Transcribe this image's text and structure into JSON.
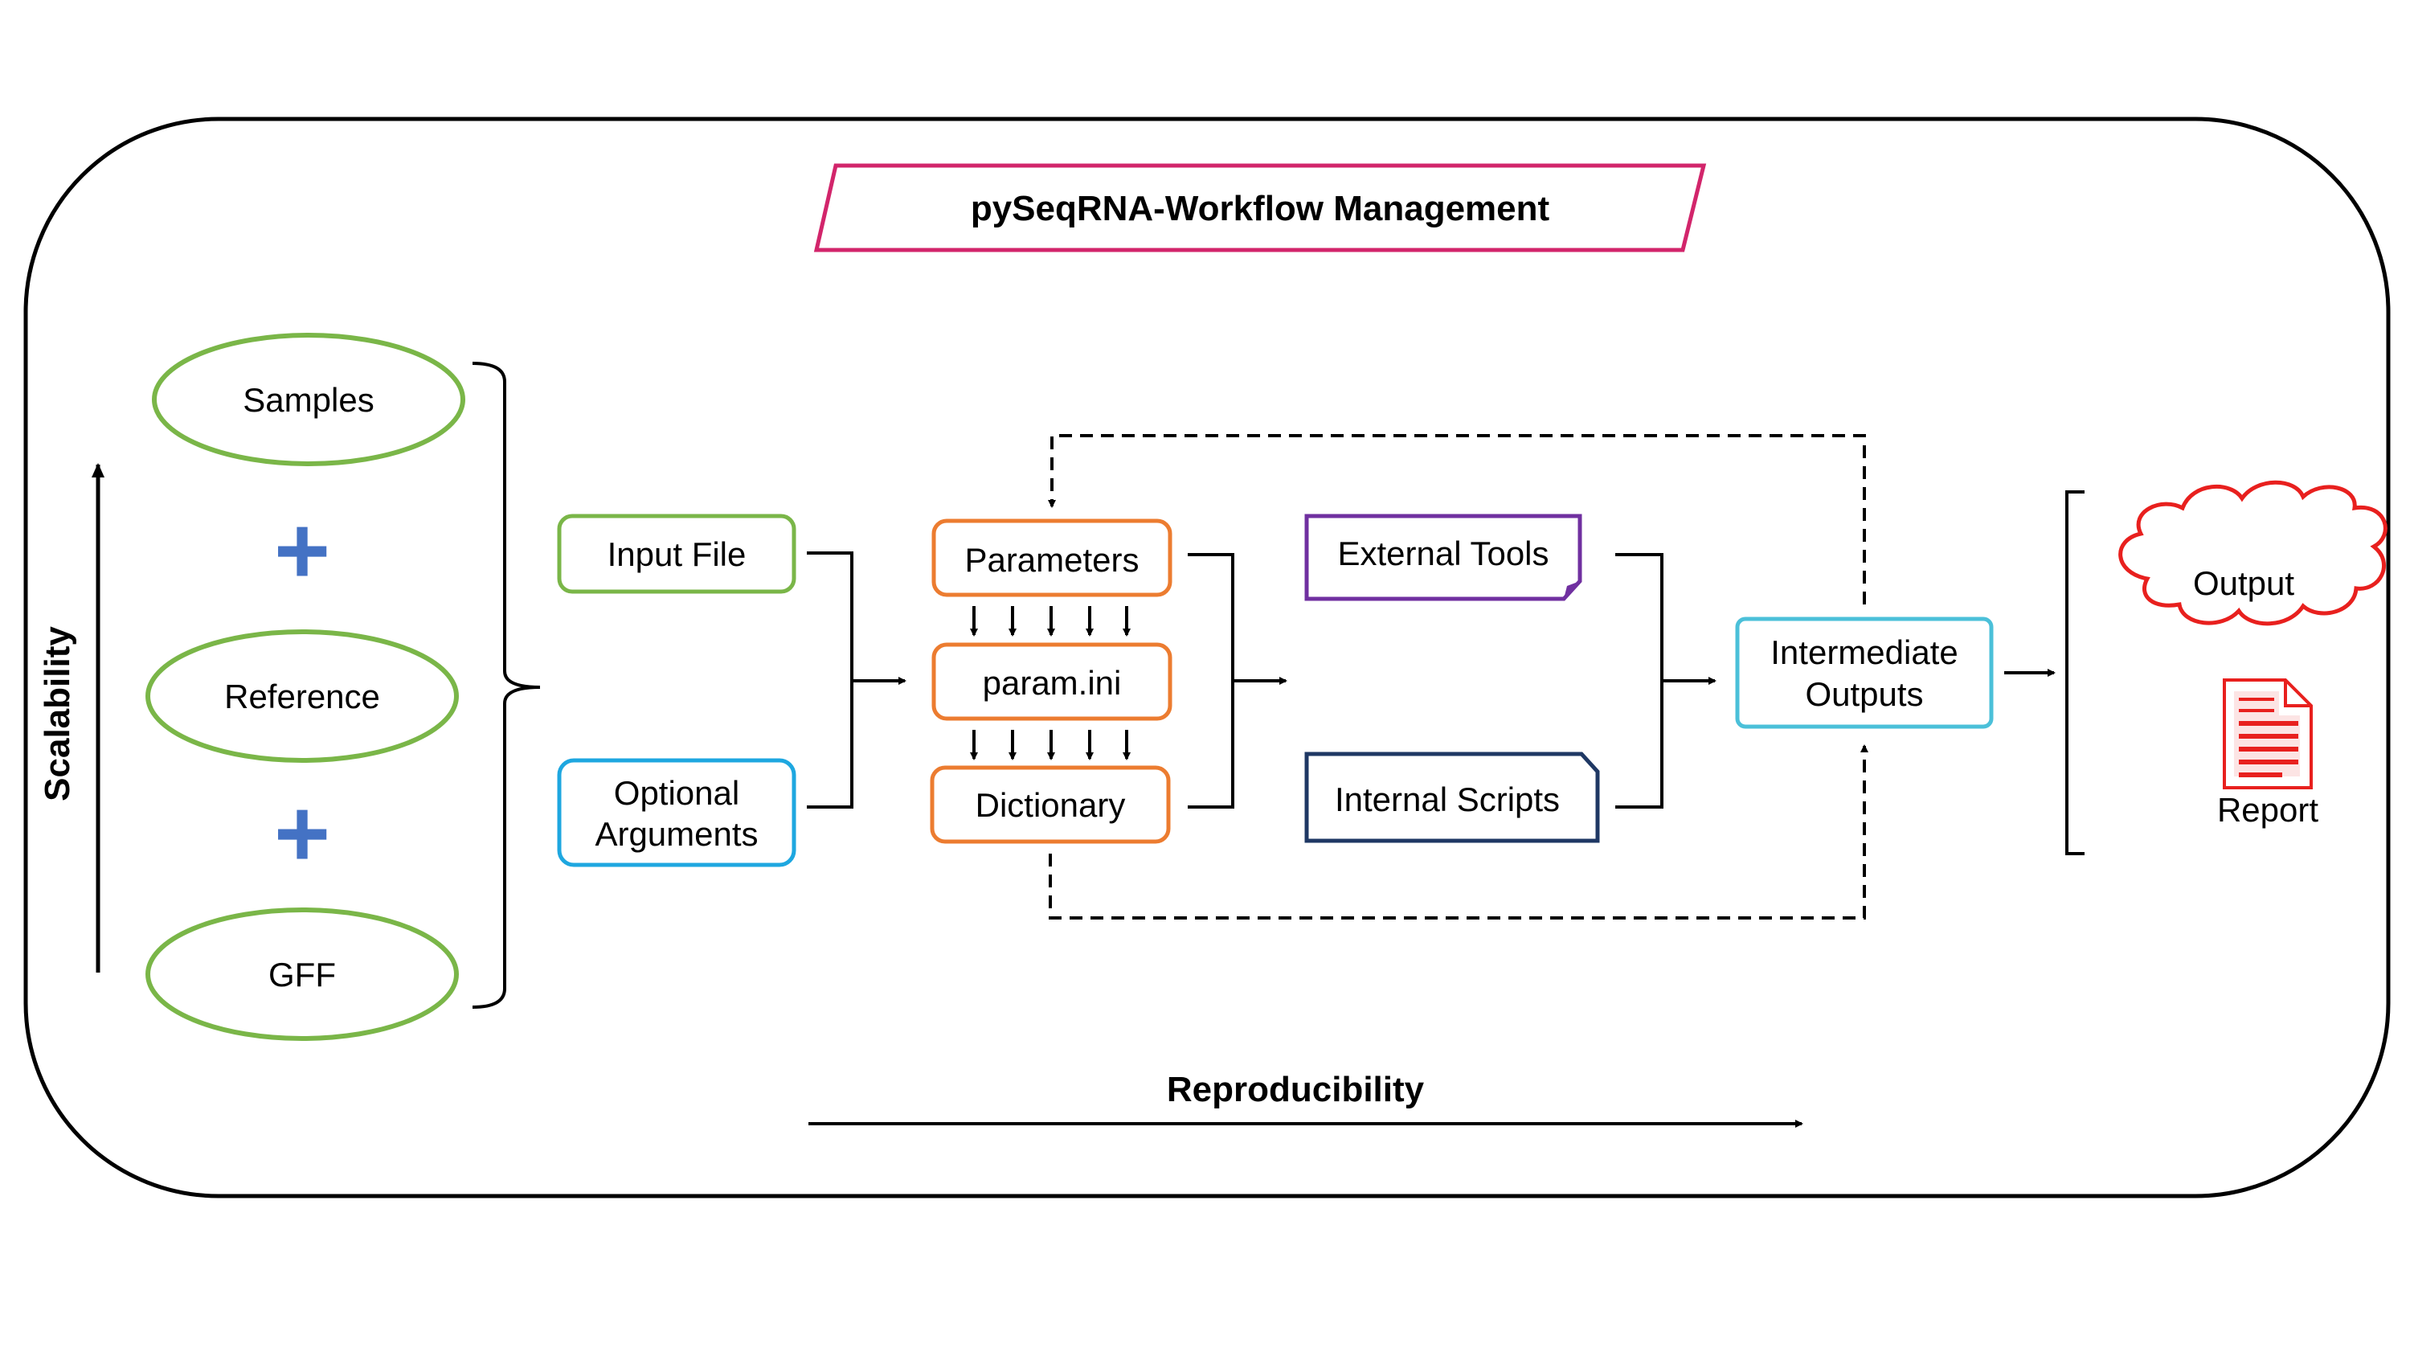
{
  "title": "pySeqRNA-Workflow Management",
  "inputs": {
    "samples": "Samples",
    "reference": "Reference",
    "gff": "GFF",
    "plus_symbol": "+"
  },
  "axes": {
    "scalability": "Scalability",
    "reproducibility": "Reproducibility"
  },
  "files": {
    "input_file": "Input File",
    "optional_arguments_line1": "Optional",
    "optional_arguments_line2": "Arguments"
  },
  "config": {
    "parameters": "Parameters",
    "param_ini": "param.ini",
    "dictionary": "Dictionary"
  },
  "tools": {
    "external_tools": "External Tools",
    "internal_scripts": "Internal Scripts"
  },
  "intermediate": {
    "line1": "Intermediate",
    "line2": "Outputs"
  },
  "results": {
    "output": "Output",
    "report": "Report"
  },
  "colors": {
    "title_border": "#d2256b",
    "input_green": "#7ab648",
    "plus_blue": "#4472c4",
    "optional_blue": "#1ea7e0",
    "config_orange": "#ec7c30",
    "external_purple": "#7030a0",
    "internal_navy": "#1f3864",
    "intermediate_cyan": "#4bc0d9",
    "output_red": "#e8201e"
  }
}
